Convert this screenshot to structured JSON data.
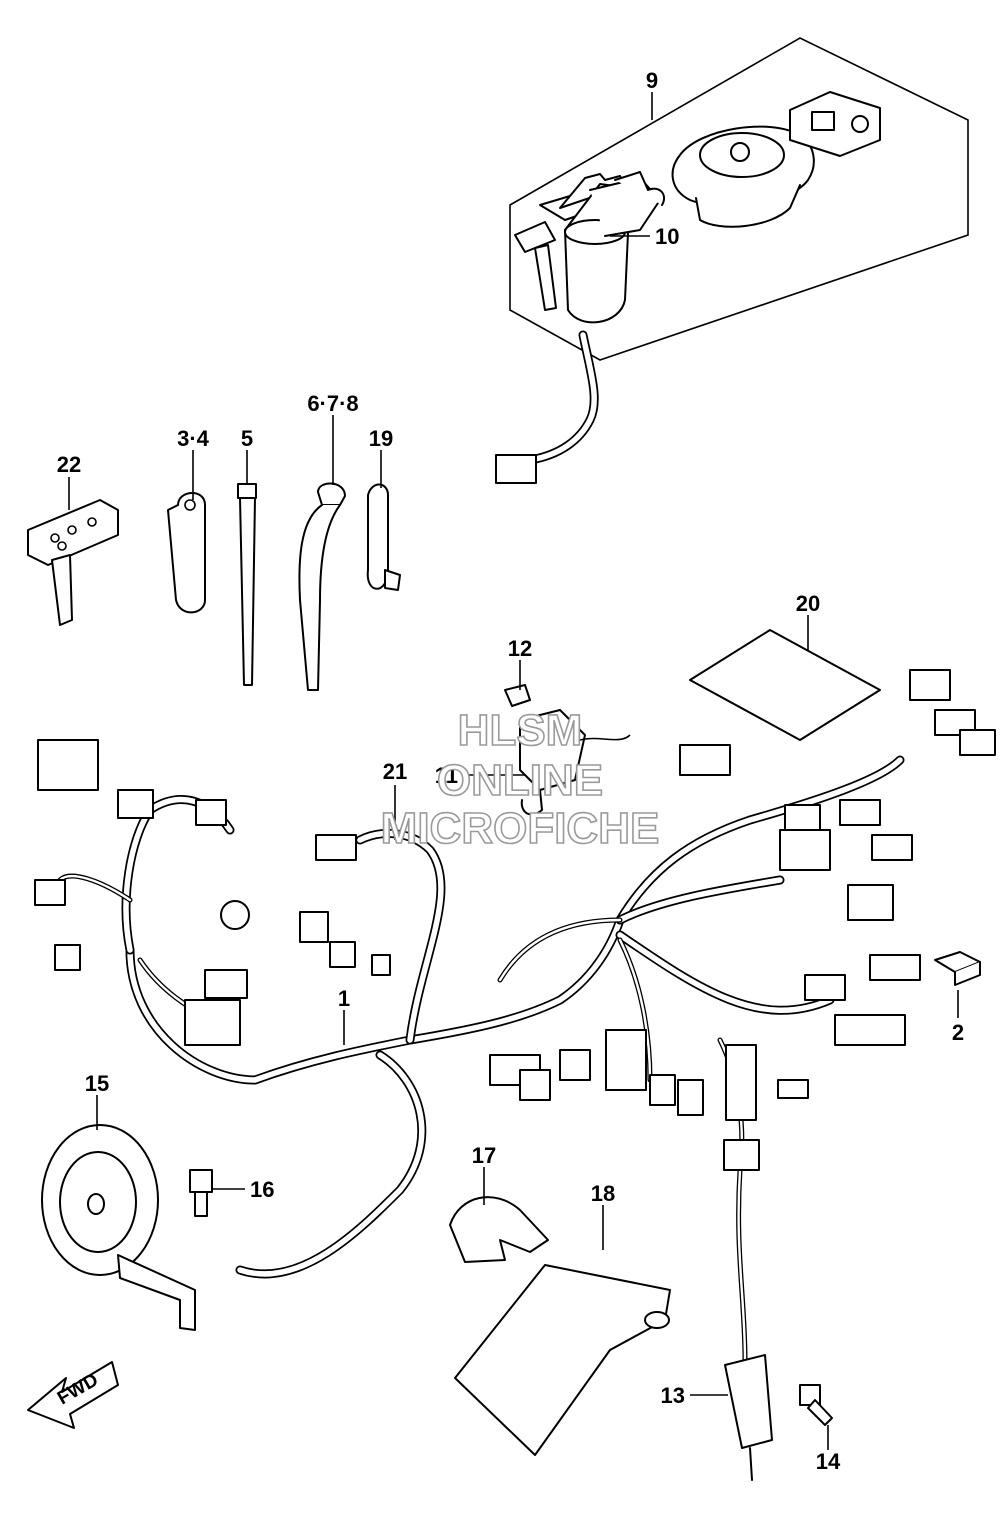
{
  "watermark": {
    "line1": "HLSM",
    "line2": "ONLINE",
    "line3": "MICROFICHE"
  },
  "direction_arrow": {
    "label": "FWD"
  },
  "callouts": [
    {
      "id": "1",
      "part": "wiring-harness"
    },
    {
      "id": "2",
      "part": "fuse"
    },
    {
      "id": "3·4",
      "part": "clamp"
    },
    {
      "id": "5",
      "part": "cable-tie"
    },
    {
      "id": "6·7·8",
      "part": "clamp-band"
    },
    {
      "id": "9",
      "part": "lock-set"
    },
    {
      "id": "10",
      "part": "ignition-switch"
    },
    {
      "id": "11",
      "part": "relay"
    },
    {
      "id": "12",
      "part": "screw"
    },
    {
      "id": "13",
      "part": "sensor"
    },
    {
      "id": "14",
      "part": "bolt"
    },
    {
      "id": "15",
      "part": "horn"
    },
    {
      "id": "16",
      "part": "bolt"
    },
    {
      "id": "17",
      "part": "cover"
    },
    {
      "id": "18",
      "part": "bracket"
    },
    {
      "id": "19",
      "part": "clamp"
    },
    {
      "id": "20",
      "part": "wiring-label"
    },
    {
      "id": "21",
      "part": "sub-harness"
    },
    {
      "id": "22",
      "part": "key"
    }
  ]
}
